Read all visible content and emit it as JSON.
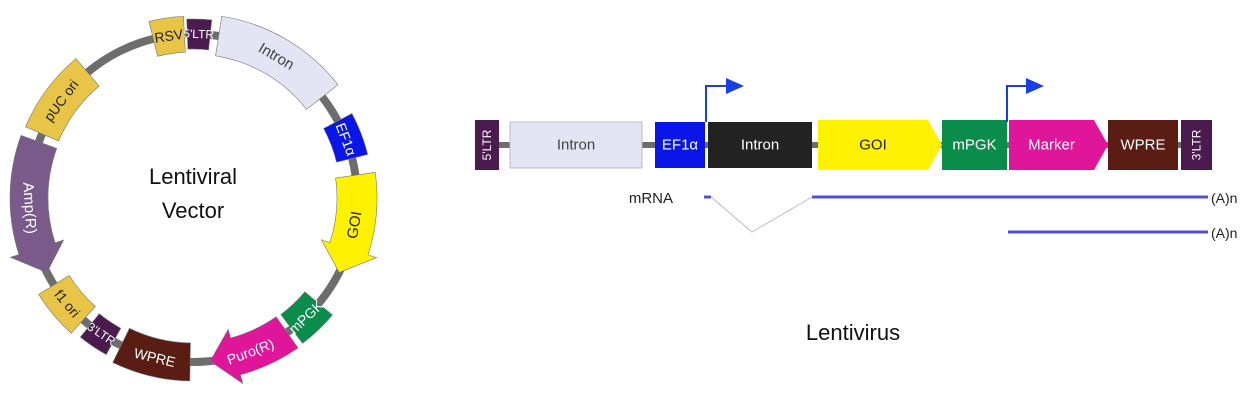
{
  "plasmid": {
    "title_line1": "Lentiviral",
    "title_line2": "Vector",
    "features": [
      {
        "label": "RSV",
        "fill": "#e8c547",
        "text": "#222222"
      },
      {
        "label": "5'LTR",
        "fill": "#4b1a4e",
        "text": "#ffffff"
      },
      {
        "label": "Intron",
        "fill": "#e3e4f4",
        "text": "#444444"
      },
      {
        "label": "EF1α",
        "fill": "#0a16e8",
        "text": "#ffffff"
      },
      {
        "label": "GOI",
        "fill": "#fff200",
        "text": "#222222"
      },
      {
        "label": "mPGK",
        "fill": "#0a8c4a",
        "text": "#ffffff"
      },
      {
        "label": "Puro(R)",
        "fill": "#e0169a",
        "text": "#ffffff"
      },
      {
        "label": "WPRE",
        "fill": "#5a1d14",
        "text": "#ffffff"
      },
      {
        "label": "3'LTR",
        "fill": "#4b1a4e",
        "text": "#ffffff"
      },
      {
        "label": "f1 ori",
        "fill": "#e8c547",
        "text": "#222222"
      },
      {
        "label": "Amp(R)",
        "fill": "#7a5a8a",
        "text": "#ffffff"
      },
      {
        "label": "pUC ori",
        "fill": "#e8c547",
        "text": "#222222"
      }
    ]
  },
  "linear": {
    "title": "Lentivirus",
    "elements": [
      {
        "label": "5'LTR",
        "fill": "#4b1a4e",
        "text": "#ffffff"
      },
      {
        "label": "Intron",
        "fill": "#e3e4f4",
        "text": "#444444"
      },
      {
        "label": "EF1α",
        "fill": "#0a16e8",
        "text": "#ffffff"
      },
      {
        "label": "Intron",
        "fill": "#222222",
        "text": "#ffffff"
      },
      {
        "label": "GOI",
        "fill": "#fff200",
        "text": "#222222"
      },
      {
        "label": "mPGK",
        "fill": "#0a8c4a",
        "text": "#ffffff"
      },
      {
        "label": "Marker",
        "fill": "#e0169a",
        "text": "#ffffff"
      },
      {
        "label": "WPRE",
        "fill": "#5a1d14",
        "text": "#ffffff"
      },
      {
        "label": "3'LTR",
        "fill": "#4b1a4e",
        "text": "#ffffff"
      }
    ],
    "mrna_label": "mRNA",
    "polya_1": "(A)n",
    "polya_2": "(A)n"
  },
  "colors": {
    "backbone": "#6d6d6d",
    "promoter_arrow": "#1a3fe0",
    "transcript": "#5151d6",
    "splice": "#c8c8c8"
  }
}
